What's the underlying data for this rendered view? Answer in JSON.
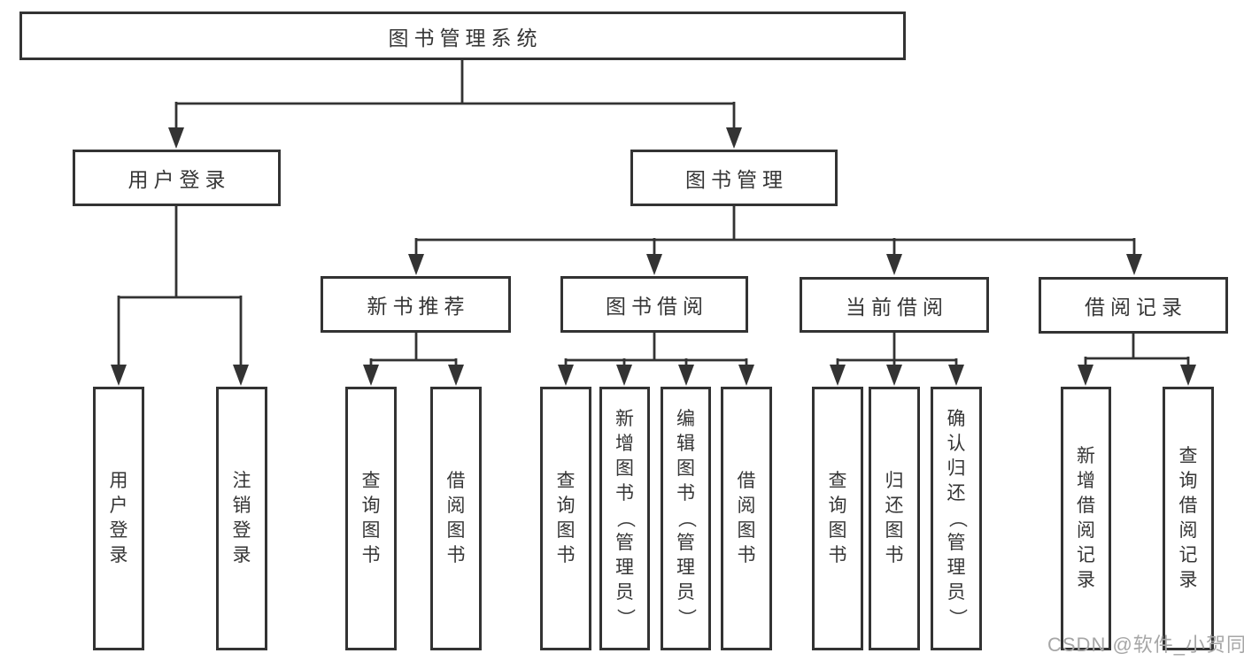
{
  "tree": {
    "label": "图书管理系统",
    "children": [
      {
        "label": "用户登录",
        "children": [
          {
            "label": "用户登录"
          },
          {
            "label": "注销登录"
          }
        ]
      },
      {
        "label": "图书管理",
        "children": [
          {
            "label": "新书推荐",
            "children": [
              {
                "label": "查询图书"
              },
              {
                "label": "借阅图书"
              }
            ]
          },
          {
            "label": "图书借阅",
            "children": [
              {
                "label": "查询图书"
              },
              {
                "label": "新增图书（管理员）"
              },
              {
                "label": "编辑图书（管理员）"
              },
              {
                "label": "借阅图书"
              }
            ]
          },
          {
            "label": "当前借阅",
            "children": [
              {
                "label": "查询图书"
              },
              {
                "label": "归还图书"
              },
              {
                "label": "确认归还（管理员）"
              }
            ]
          },
          {
            "label": "借阅记录",
            "children": [
              {
                "label": "新增借阅记录"
              },
              {
                "label": "查询借阅记录"
              }
            ]
          }
        ]
      }
    ]
  },
  "watermark": "CSDN @软件_小贺同学",
  "colors": {
    "line": "#333333",
    "box_border": "#333333",
    "text": "#363636",
    "watermark": "#a6a6a6",
    "background": "#ffffff"
  }
}
